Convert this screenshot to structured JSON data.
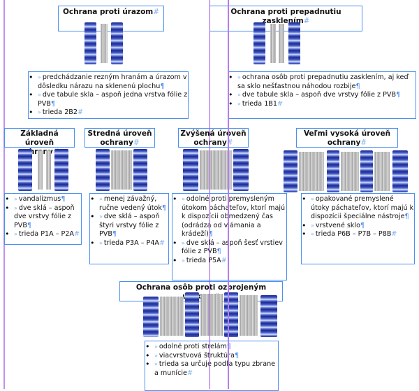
{
  "sections": {
    "injury": {
      "title": "Ochrana proti úrazom",
      "bullets": [
        "predchádzanie rezným hranám a úrazom v dôsledku nárazu na sklenenú plochu",
        "dve tabule skla – aspoň jedna vrstva fólie z PVB",
        "trieda 2B2"
      ]
    },
    "fall": {
      "title": "Ochrana proti prepadnutiu zasklením",
      "bullets": [
        "ochrana osôb proti prepadnutiu zasklením, aj keď sa sklo nešťastnou náhodou rozbije",
        "dve tabule skla – aspoň dve vrstvy fólie z PVB",
        "trieda 1B1"
      ]
    },
    "basic": {
      "title": "Základná úroveň ochrany",
      "bullets": [
        "vandalizmus",
        "dve sklá – aspoň dve vrstvy fólie z PVB",
        "trieda P1A – P2A"
      ]
    },
    "medium": {
      "title": "Stredná úroveň ochrany",
      "bullets": [
        "menej závažný, ručne vedený útok",
        "dve sklá – aspoň štyri vrstvy fólie z PVB",
        "trieda P3A – P4A"
      ]
    },
    "increased": {
      "title": "Zvýšená úroveň ochrany",
      "bullets": [
        "odolné proti premysleným útokom páchateľov, ktorí majú k dispozícii obmedzený čas (odrádza od vlámania a krádeží)",
        "dve sklá – aspoň šesť vrstiev fólie z PVB",
        "trieda P5A"
      ]
    },
    "very_high": {
      "title": "Veľmi vysoká úroveň ochrany",
      "bullets": [
        "opakované premyslené útoky páchateľov, ktorí majú k dispozícii špeciálne nástroje",
        "vrstvené sklo",
        "trieda P6B – P7B – P8B"
      ]
    },
    "armed": {
      "title": "Ochrana osôb proti ozbrojeným útokom",
      "bullets": [
        "odolné proti strelám",
        "viacvrstvová štruktúra",
        "trieda sa určuje podľa typu zbrane a munície"
      ]
    },
    "marks": {
      "bullet_arrow": "»",
      "end_mark": "#",
      "para_mark": "¶"
    }
  }
}
